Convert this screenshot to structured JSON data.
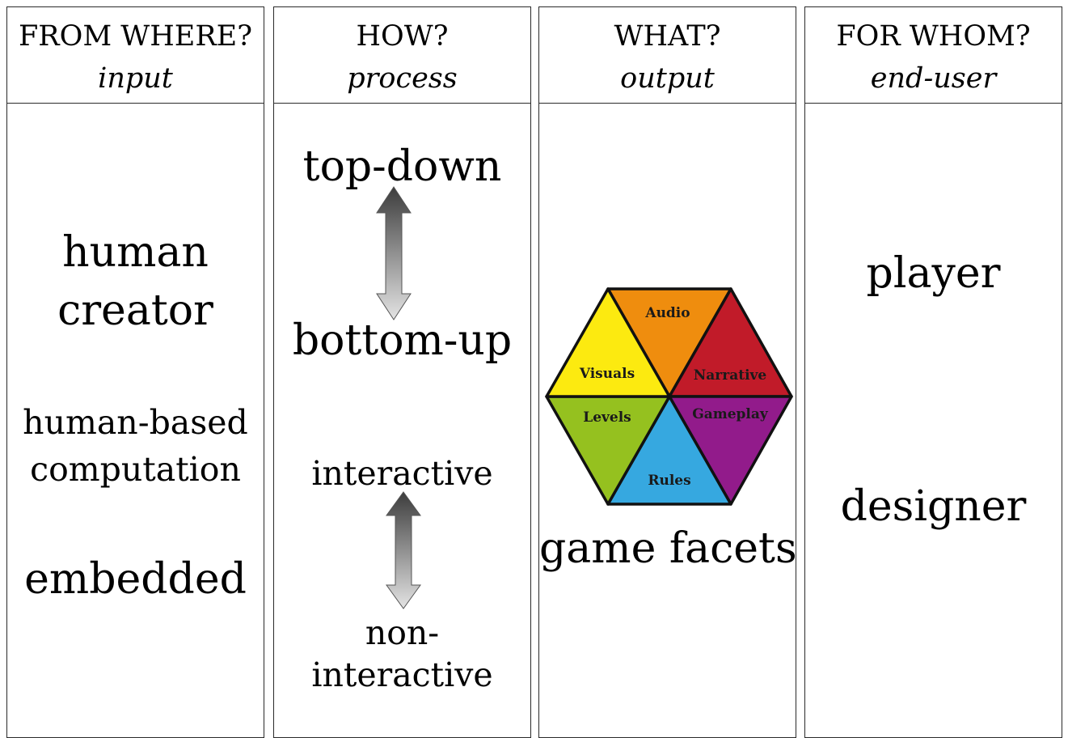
{
  "columns": [
    {
      "title": "FROM WHERE?",
      "subtitle": "input",
      "items": [
        "human",
        "creator",
        "human-based",
        "computation",
        "embedded"
      ]
    },
    {
      "title": "HOW?",
      "subtitle": "process",
      "items": [
        "top-down",
        "bottom-up",
        "interactive",
        "non-",
        "interactive"
      ]
    },
    {
      "title": "WHAT?",
      "subtitle": "output",
      "caption": "game facets",
      "facets": [
        {
          "label": "Audio",
          "color": "#ef8d0e"
        },
        {
          "label": "Narrative",
          "color": "#c11b29"
        },
        {
          "label": "Gameplay",
          "color": "#921b8b"
        },
        {
          "label": "Rules",
          "color": "#36a8e0"
        },
        {
          "label": "Levels",
          "color": "#95c11f"
        },
        {
          "label": "Visuals",
          "color": "#fcea10"
        }
      ]
    },
    {
      "title": "FOR WHOM?",
      "subtitle": "end-user",
      "items": [
        "player",
        "designer"
      ]
    }
  ]
}
